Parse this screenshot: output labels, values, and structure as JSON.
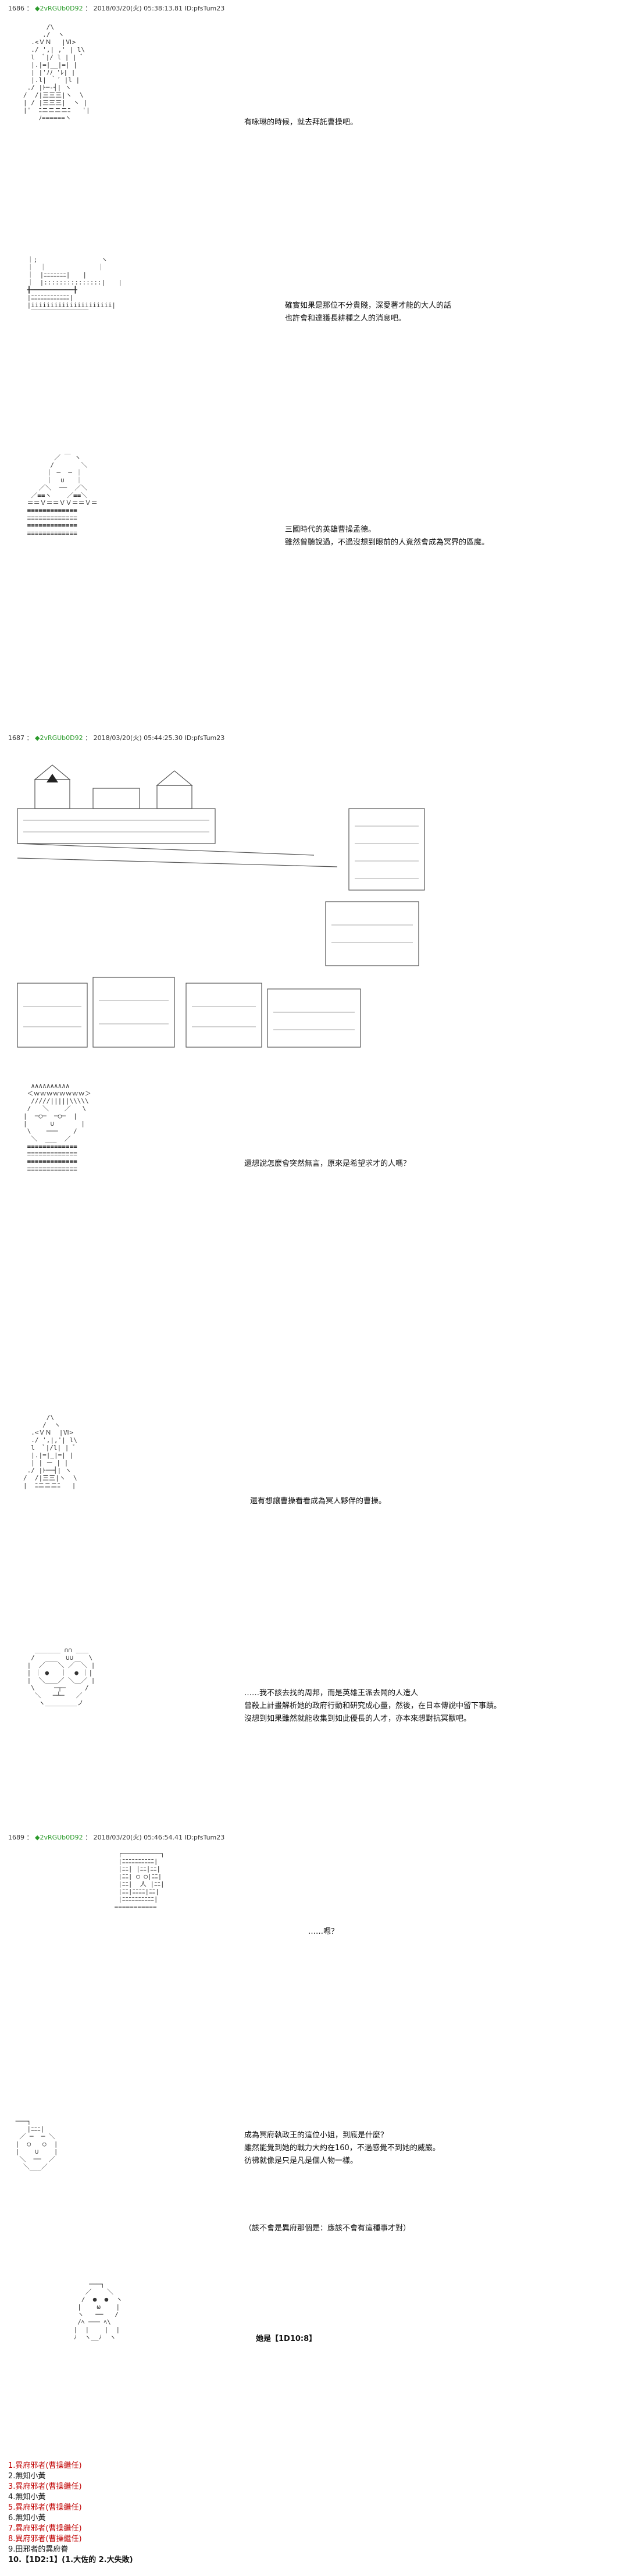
{
  "posts": [
    {
      "num": "1686",
      "sep": "：",
      "name": "◆2vRGUb0D92",
      "sep2": "：",
      "date": "2018/03/20(火) 05:38:13.81 ID:pfsTum23"
    },
    {
      "num": "1687",
      "sep": "：",
      "name": "◆2vRGUb0D92",
      "sep2": "：",
      "date": "2018/03/20(火) 05:44:25.30 ID:pfsTum23"
    },
    {
      "num": "1689",
      "sep": "：",
      "name": "◆2vRGUb0D92",
      "sep2": "：",
      "date": "2018/03/20(火) 05:46:54.41 ID:pfsTum23"
    }
  ],
  "dialogues": {
    "d1": [
      "有咏琳的時候，就去拜託曹操吧。"
    ],
    "d2": [
      "確實如果是那位不分貴賤，深愛著才能的大人的話",
      "也許會和達獲長耕種之人的消息吧。"
    ],
    "d3": [
      "三國時代的英雄曹操孟德。",
      "雖然曾聽說過，不過沒想到眼前的人竟然會成為冥界的區魔。"
    ],
    "d4": [
      "還想說怎麼會突然無言，原來是希望求才的人嗎？"
    ],
    "d5": [
      "還有想讓曹操看看成為冥人夥伴的曹操。"
    ],
    "d6": [
      "……我不該去找的周邦，而是英雄王派去鬧的人造人",
      "曾殺上計畫解析她的政府行動和研究成心量，然後，在日本傳說中留下事蹟。",
      "沒想到如果雖然就能收集到如此優長的人才，亦本來想對抗冥獸吧。"
    ],
    "d7": [
      "……嗯？"
    ],
    "d8": [
      "成為冥府執政王的這位小姐，到底是什麼？",
      "雖然能覺到她的戰力大約在160，不過感覺不到她的威嚴。",
      "彷彿就像是只是凡是個人物一樣。"
    ],
    "d9": [
      "（該不會是異府那個是：應該不會有這種事才對）"
    ],
    "d10": [
      "她是【1D10:8】"
    ]
  },
  "choices": [
    {
      "text": "1.異府邪者(曹操繼任)",
      "red": true
    },
    {
      "text": "2.無知小黃",
      "red": false
    },
    {
      "text": "3.異府邪者(曹操繼任)",
      "red": true
    },
    {
      "text": "4.無知小黃",
      "red": false
    },
    {
      "text": "5.異府邪者(曹操繼任)",
      "red": true
    },
    {
      "text": "6.無知小黃",
      "red": false
    },
    {
      "text": "7.異府邪者(曹操繼任)",
      "red": true
    },
    {
      "text": "8.異府邪者(曹操繼任)",
      "red": true
    },
    {
      "text": "9.田邪者的異府眷",
      "red": false
    },
    {
      "text": "10.【1D2:1】(1.大佐的 2.大失敗)",
      "red": false,
      "bold": true
    }
  ],
  "aa": {
    "a1": "      /\\\n     ./  ヽ\n  .<ＶＮ　 |Ⅵ>\n  ./ ',| ,' | l\\\n  l  ﾞ|/ l | | ﾞ\n  |.|=|__|=| |\n  | |'ﾉﾉ 'ﾚ| |\n  |.l| ｀´ |l |\n ./ |ﾄ─‐┤| ヽ\n/  /|三三三|ヽ  \\\n| / |三三三|  ヽ |\n|'  ﾆニニニニﾆ   '|\n    ﾉ======ヽ",
    "a2": " ｜;　　　　　　　　　　ヽ\n ｜　｜　　　　　　　　｜\n ｜　|ﾆﾆﾆﾆﾆﾆﾆ|　　|\n ｜　|:::::::::::::::|　　|\n ╋━━━━━━━━━━━╋\n |ﾆﾆﾆﾆﾆﾆﾆﾆﾆﾆﾆﾆ|\n |iiiiiiiiiiiiiiiiiiiii|\n  ￣￣￣￣￣￣￣￣￣",
    "a3": "        ／ ￣ ヽ\n       /       ＼\n      ｜ ─  ─ ｜\n      ｜  ∪   ｜\n    ／＼  ──  ／＼\n  ／≡≡ヽ    ／≡≡＼\n ＝＝Ｖ＝＝ＶＶ＝＝Ｖ＝\n ≡≡≡≡≡≡≡≡≡≡≡≡≡\n ≡≡≡≡≡≡≡≡≡≡≡≡≡\n ≡≡≡≡≡≡≡≡≡≡≡≡≡\n ≡≡≡≡≡≡≡≡≡≡≡≡≡",
    "a4": "  ∧∧∧∧∧∧∧∧∧∧\n ＜ｗｗｗｗｗｗｗｗ＞\n  /////|||||\\\\\\\\\\\n /   ＼    ／   \\\n|  ─○─  ─○─  |\n|      ∪       |\n \\    ───    /\n  ＼  ___  ／\n ≡≡≡≡≡≡≡≡≡≡≡≡≡\n ≡≡≡≡≡≡≡≡≡≡≡≡≡\n ≡≡≡≡≡≡≡≡≡≡≡≡≡\n ≡≡≡≡≡≡≡≡≡≡≡≡≡",
    "a5": "      /\\\n     /  ヽ\n  .<ＶＮ  |Ⅵ>\n  ./ ',|,'| l\\\n  l  ﾞ|/l| | ﾞ\n  |.|=|_|=| |\n  | | ー | |\n ./ |ﾄ──┤| ヽ\n/  /|三三|ヽ  \\\n|  ﾆニニニﾆ   |",
    "a6": "   ＿＿＿＿ ∩∩ ＿＿\n  /        ∪∪    \\\n |  ／￣￣＼ ／￣＼ |\n | ｜ ●   ｜  ● ｜|\n |  ＼＿＿／ ＼＿／ |\n  \\     ─┬─     /\n   ＼   ─┴─   ／\n    ヽ＿＿＿＿＿ノ",
    "a7": "  ┌──────────┐\n  |ﾆﾆﾆﾆﾆﾆﾆﾆﾆﾆ|\n  |ﾆﾆ| |ﾆﾆ|ﾆﾆ|\n  |ﾆﾆ| ○ ○|ﾆﾆ|\n  |ﾆﾆ|  人 |ﾆﾆ|\n  |ﾆﾆ|ﾆﾆﾆﾆ|ﾆﾆ|\n  |ﾆﾆﾆﾆﾆﾆﾆﾆﾆﾆ|\n ===========",
    "a8": " ───┐\n    |ﾆﾆﾆ|\n  ／ ─  ─ ＼\n |  ○   ○  |\n |    ∪    |\n  ＼  ──  ／\n   ＼___／",
    "a9": "     ───┐\n    ／    ＼\n   /  ●  ●  ヽ\n  |    ω    |\n  ヽ   ──   /\n  /ﾍ ─── ﾍ\\\n |  |    |  |\n ﾉ  ヽ__ﾉ  ヽ"
  }
}
